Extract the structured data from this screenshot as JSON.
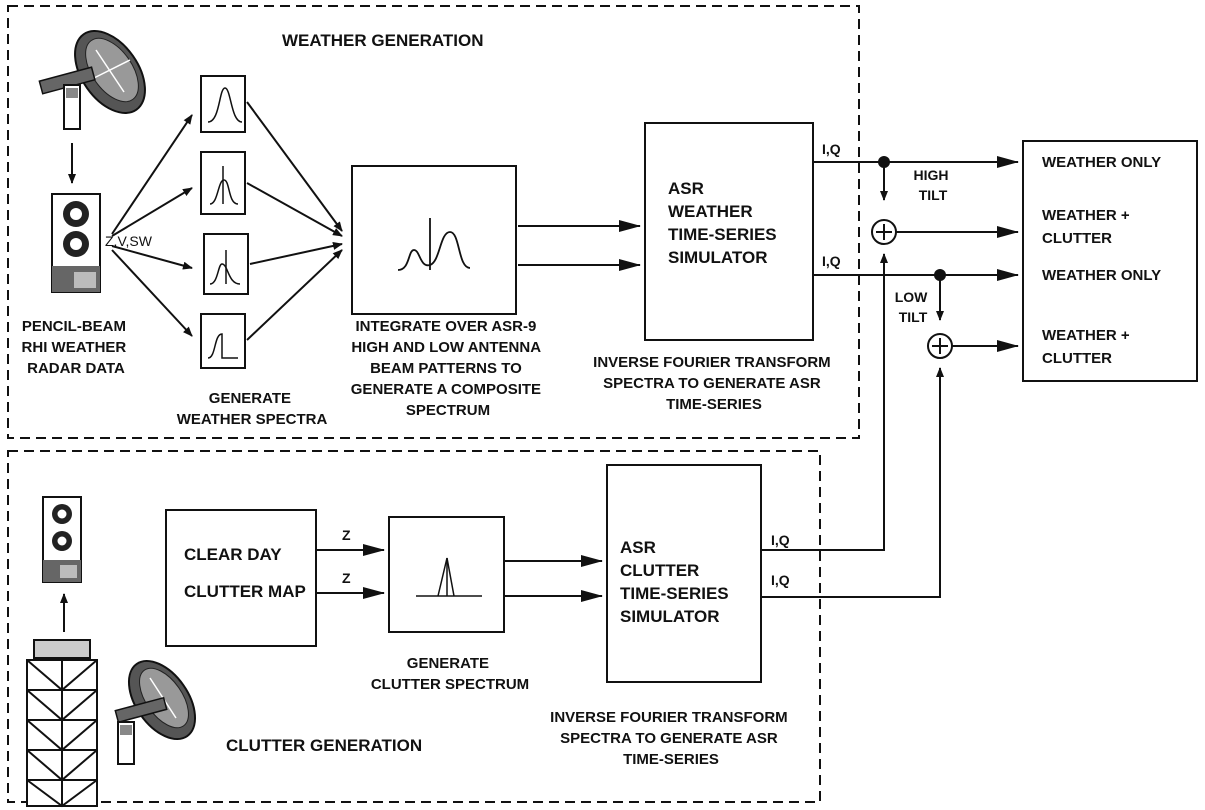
{
  "weather_section": {
    "title": "WEATHER GENERATION",
    "radar_data_label": [
      "PENCIL-BEAM",
      "RHI WEATHER",
      "RADAR DATA"
    ],
    "moments_label": "Z,V,SW",
    "spectra_label": [
      "GENERATE",
      "WEATHER SPECTRA"
    ],
    "integrate_label": [
      "INTEGRATE OVER ASR-9",
      "HIGH AND LOW ANTENNA",
      "BEAM PATTERNS TO",
      "GENERATE A COMPOSITE",
      "SPECTRUM"
    ],
    "simulator_label": [
      "ASR",
      "WEATHER",
      "TIME-SERIES",
      "SIMULATOR"
    ],
    "ift_label": [
      "INVERSE FOURIER TRANSFORM",
      "SPECTRA TO GENERATE ASR",
      "TIME-SERIES"
    ],
    "iq_high": "I,Q",
    "iq_low": "I,Q"
  },
  "clutter_section": {
    "title": "CLUTTER GENERATION",
    "map_label": [
      "CLEAR DAY",
      "CLUTTER MAP"
    ],
    "z_top": "Z",
    "z_bottom": "Z",
    "spectrum_label": [
      "GENERATE",
      "CLUTTER SPECTRUM"
    ],
    "simulator_label": [
      "ASR",
      "CLUTTER",
      "TIME-SERIES",
      "SIMULATOR"
    ],
    "ift_label": [
      "INVERSE FOURIER TRANSFORM",
      "SPECTRA TO GENERATE ASR",
      "TIME-SERIES"
    ],
    "iq_top": "I,Q",
    "iq_bottom": "I,Q"
  },
  "outputs": {
    "high_tilt": [
      "HIGH",
      "TILT"
    ],
    "low_tilt": [
      "LOW",
      "TILT"
    ],
    "weather_only_high": "WEATHER ONLY",
    "weather_clutter_high": [
      "WEATHER +",
      "CLUTTER"
    ],
    "weather_only_low": "WEATHER ONLY",
    "weather_clutter_low": [
      "WEATHER +",
      "CLUTTER"
    ]
  }
}
